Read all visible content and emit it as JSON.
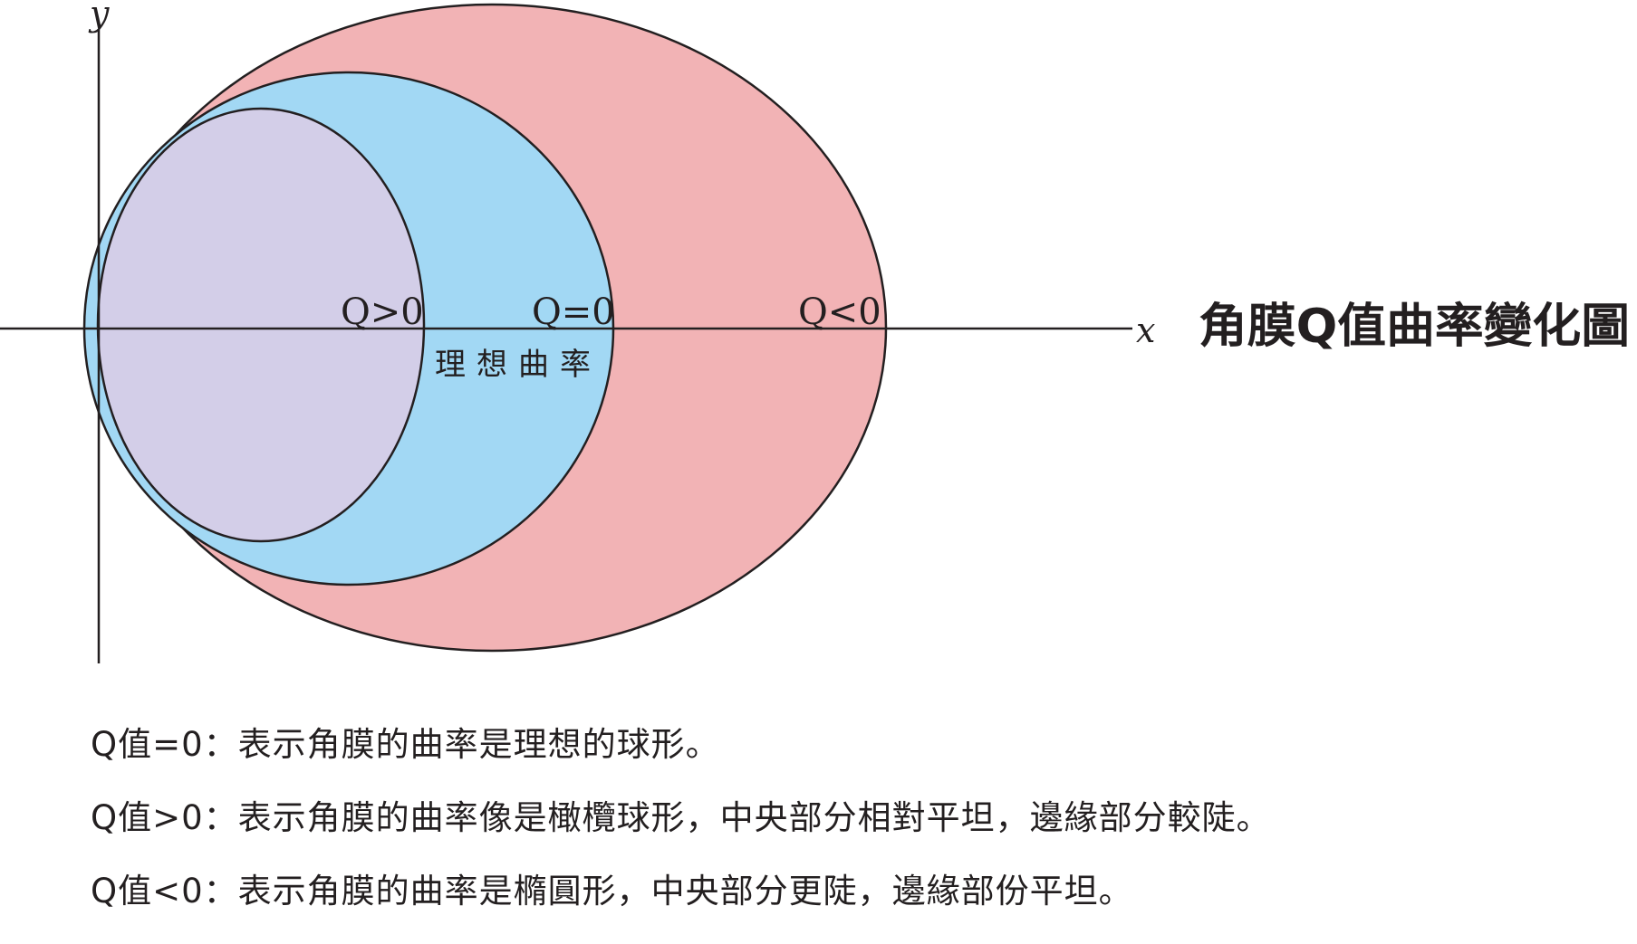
{
  "axes": {
    "x_label": "x",
    "y_label": "y"
  },
  "title": "角膜Q值曲率變化圖",
  "curves": [
    {
      "id": "q-less-than-zero",
      "label": "Q<0",
      "fill": "#f2b3b5"
    },
    {
      "id": "q-equals-zero",
      "label": "Q=0",
      "fill": "#a2d8f4"
    },
    {
      "id": "q-greater-than-zero",
      "label": "Q>0",
      "fill": "#d3cee8"
    }
  ],
  "ideal_curve_label": "理想曲率",
  "notes": [
    "Q值=0：表示角膜的曲率是理想的球形。",
    "Q值>0：表示角膜的曲率像是橄欖球形，中央部分相對平坦，邊緣部分較陡。",
    "Q值<0：表示角膜的曲率是橢圓形，中央部分更陡，邊緣部份平坦。"
  ],
  "colors": {
    "outline": "#231f20",
    "q_negative_fill": "#f2b3b5",
    "q_zero_fill": "#a2d8f4",
    "q_positive_fill": "#d3cee8"
  }
}
